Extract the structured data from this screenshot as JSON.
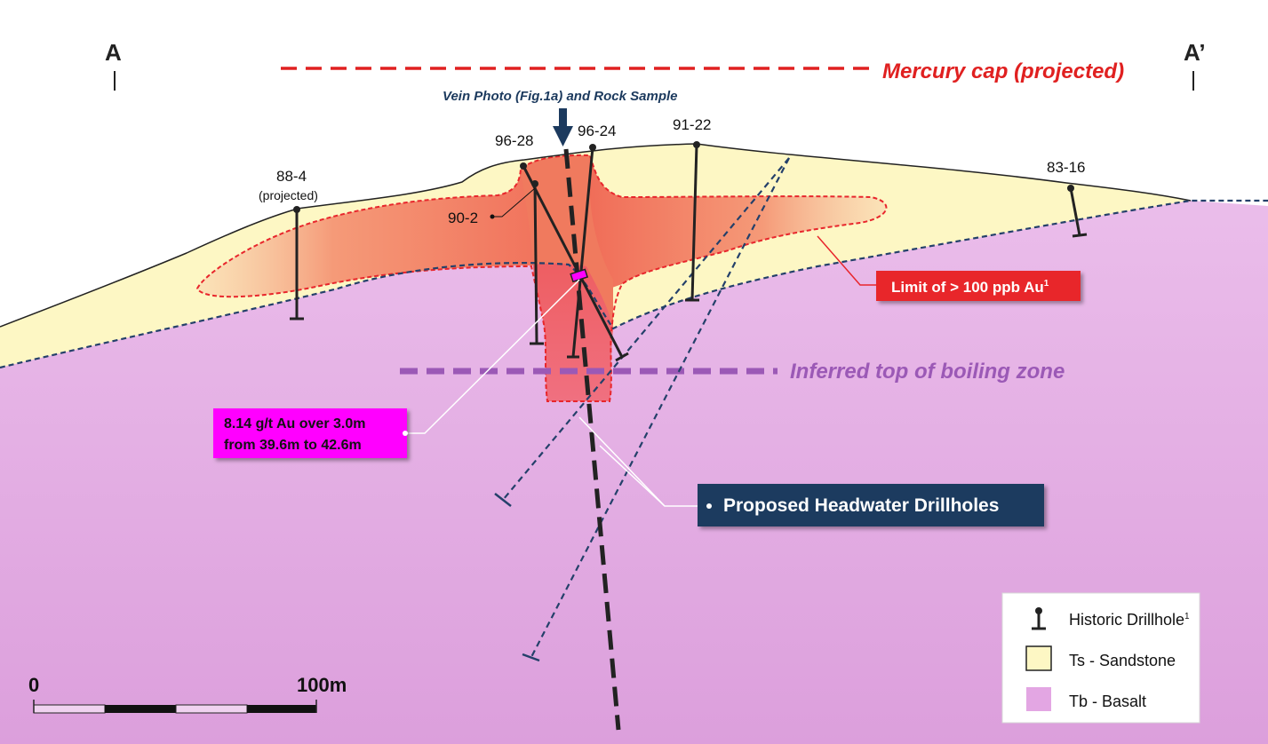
{
  "section": {
    "left_label": "A",
    "right_label": "A’",
    "mercury_cap_label": "Mercury cap (projected)",
    "vein_photo_label": "Vein Photo (Fig.1a) and Rock Sample",
    "boiling_zone_label": "Inferred top of boiling zone"
  },
  "drillholes": {
    "h88_4": {
      "name": "88-4",
      "note": "(projected)"
    },
    "h96_28": {
      "name": "96-28"
    },
    "h96_24": {
      "name": "96-24"
    },
    "h91_22": {
      "name": "91-22"
    },
    "h83_16": {
      "name": "83-16"
    },
    "h90_2": {
      "name": "90-2"
    }
  },
  "callouts": {
    "au_limit": {
      "text": "Limit of > 100 ppb Au",
      "sup": "1"
    },
    "intercept": {
      "line1": "8.14 g/t Au over 3.0m",
      "line2": "from 39.6m to 42.6m"
    },
    "proposed": {
      "text": "Proposed Headwater Drillholes"
    }
  },
  "scale": {
    "start": "0",
    "end": "100m"
  },
  "legend": {
    "drillhole": {
      "label": "Historic Drillhole",
      "sup": "1"
    },
    "sandstone": {
      "label": "Ts - Sandstone"
    },
    "basalt": {
      "label": "Tb - Basalt"
    }
  },
  "colors": {
    "basalt": "#e3b0e3",
    "sandstone": "#fdf7c4",
    "anomaly": "#f4826a",
    "mercury_line": "#e02020",
    "boiling_line": "#9b59b6",
    "proposed_box": "#1c3a5e",
    "au_box": "#e8262c",
    "intercept_box": "#ff00ff"
  }
}
